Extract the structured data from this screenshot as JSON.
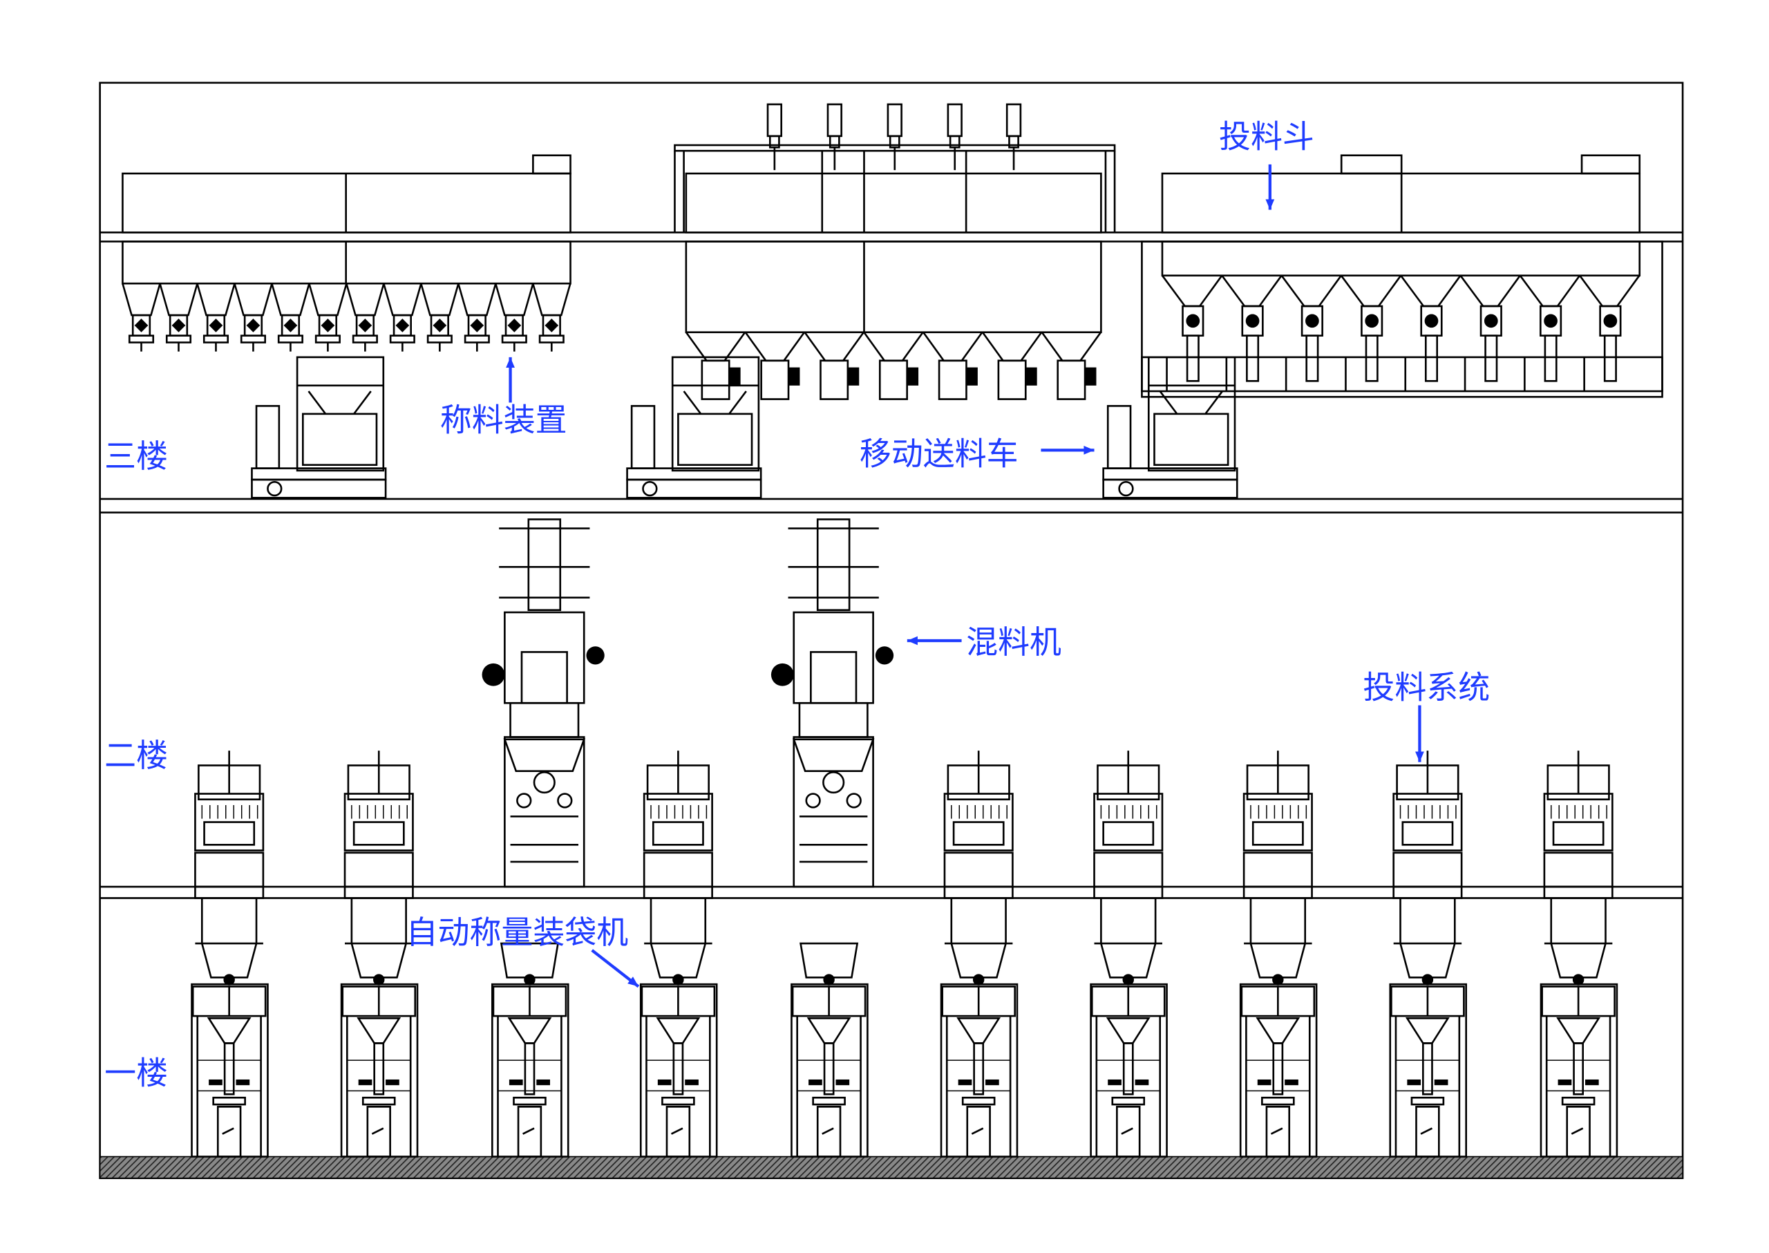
{
  "colors": {
    "label": "#1f3cff",
    "line": "#000000",
    "ground": "#555555"
  },
  "floors": {
    "third": "三楼",
    "second": "二楼",
    "first": "一楼"
  },
  "labels": {
    "weighing_device": "称料装置",
    "mobile_cart": "移动送料车",
    "feed_hopper": "投料斗",
    "mixer": "混料机",
    "feeding_system": "投料系统",
    "auto_bagging": "自动称量装袋机"
  }
}
